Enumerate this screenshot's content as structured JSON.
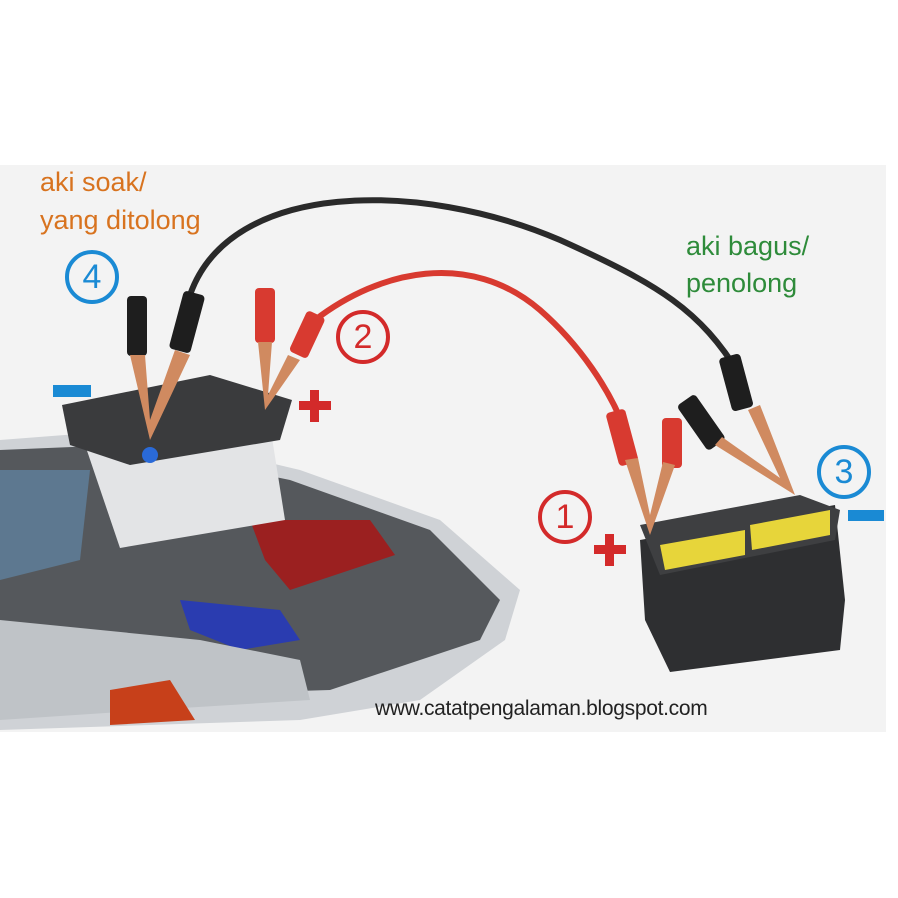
{
  "labels": {
    "dead_battery": [
      "aki soak/",
      "yang ditolong"
    ],
    "good_battery": [
      "aki bagus/",
      "penolong"
    ]
  },
  "steps": [
    {
      "number": "1",
      "terminal": "+",
      "color": "#d32a2a"
    },
    {
      "number": "2",
      "terminal": "+",
      "color": "#d32a2a"
    },
    {
      "number": "3",
      "terminal": "-",
      "color": "#1a8ad4"
    },
    {
      "number": "4",
      "terminal": "-",
      "color": "#1a8ad4"
    }
  ],
  "colors": {
    "orange": "#d8731f",
    "green": "#2e8b3a",
    "red": "#d32a2a",
    "blue": "#1a8ad4",
    "background": "#f3f3f3"
  },
  "watermark": "www.catatpengalaman.blogspot.com"
}
